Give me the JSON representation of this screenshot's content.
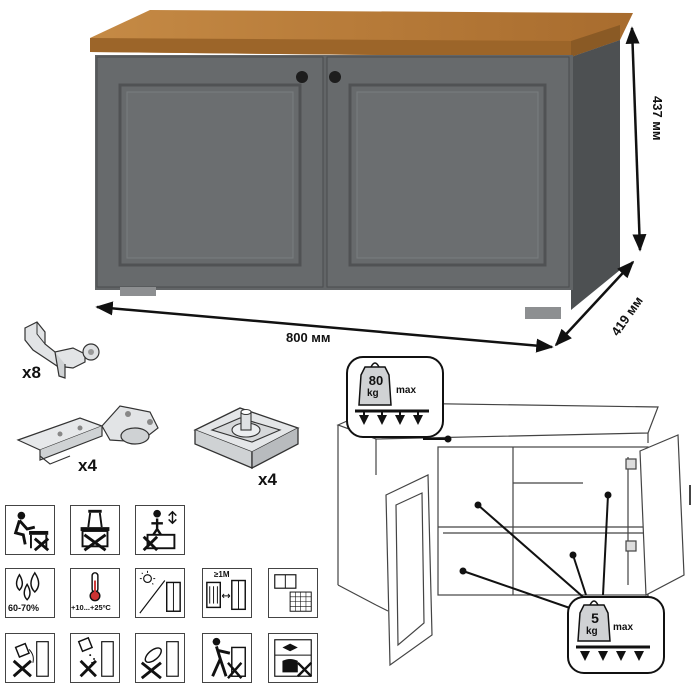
{
  "dimensions": {
    "height_label": "437 мм",
    "depth_label": "419 мм",
    "width_label": "800 мм"
  },
  "hardware": {
    "shelf_support_qty": "x8",
    "hinge_qty": "x4",
    "foot_qty": "x4"
  },
  "load": {
    "top_value": "80",
    "top_unit": "kg",
    "top_max": "max",
    "shelf_value": "5",
    "shelf_unit": "kg",
    "shelf_max": "max"
  },
  "care": {
    "humidity": "60-70%",
    "temperature": "+10...+25ºC",
    "distance": "≥1M"
  },
  "colors": {
    "cabinet": "#5f6264",
    "worktop": "#b9803e",
    "line": "#222222"
  }
}
